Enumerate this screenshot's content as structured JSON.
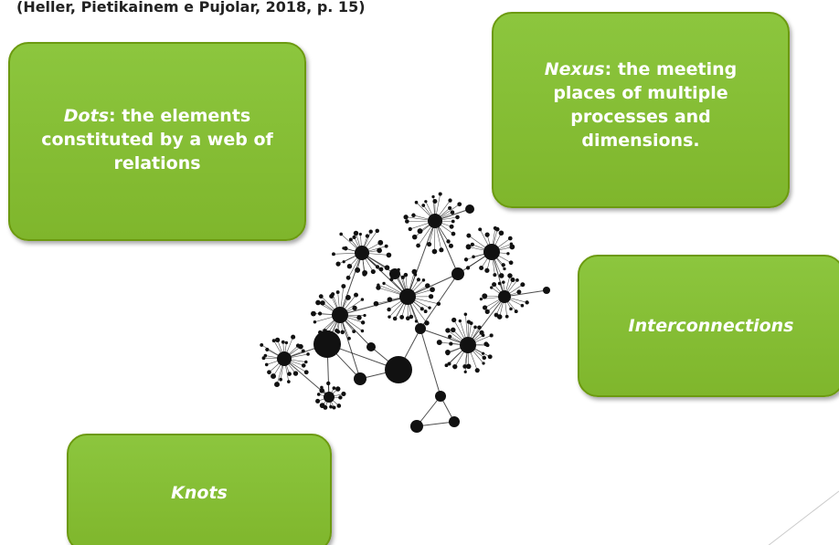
{
  "citation": "(Heller, Pietikainem e Pujolar, 2018, p. 15)",
  "boxes": {
    "dots": {
      "term": "Dots",
      "desc": ": the elements constituted by a web of relations"
    },
    "nexus": {
      "term": "Nexus",
      "desc": ": the meeting places of multiple processes and dimensions."
    },
    "interconnections": {
      "term": "Interconnections"
    },
    "knots": {
      "term": "Knots"
    }
  },
  "colors": {
    "box_fill": "#8cc63e",
    "box_border": "#6c9a10",
    "box_text": "#ffffff",
    "network": "#111111"
  }
}
